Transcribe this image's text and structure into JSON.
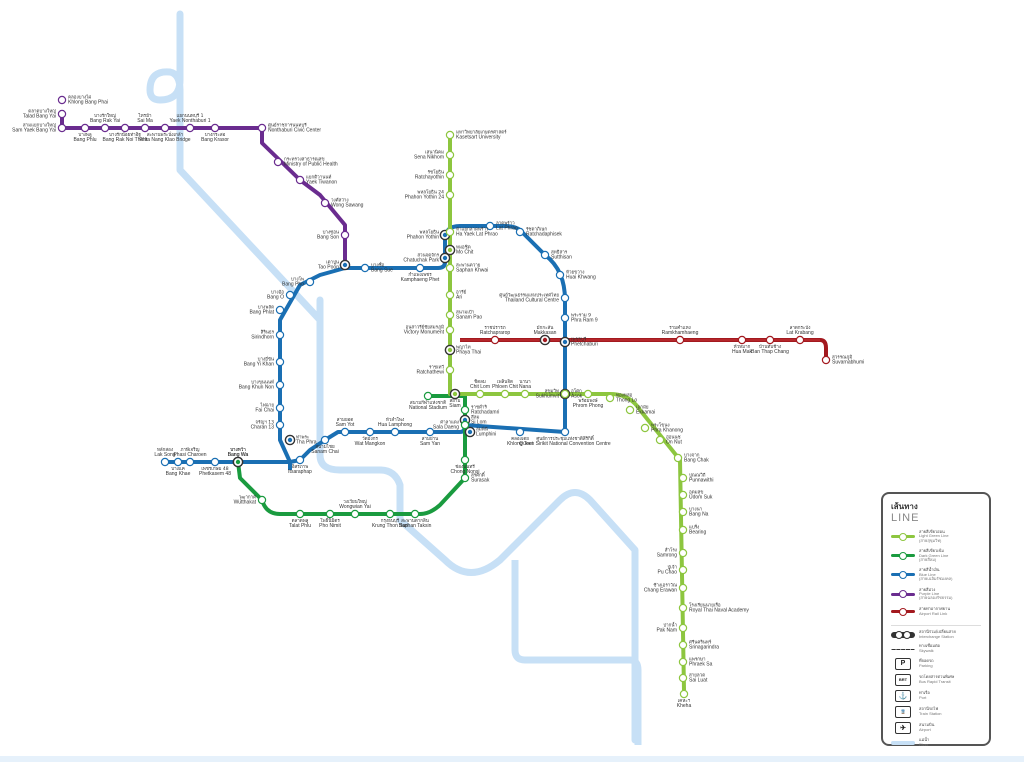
{
  "legend": {
    "title_th": "เส้นทาง",
    "title_en": "LINE",
    "lines": [
      {
        "key": "light_green",
        "th": "สายสีเขียวอ่อน",
        "en": "Light Green Line",
        "sub": "(สายสุขุมวิท)",
        "color": "#8dc63f"
      },
      {
        "key": "dark_green",
        "th": "สายสีเขียวเข้ม",
        "en": "Dark Green Line",
        "sub": "(สายสีลม)",
        "color": "#1a9b3f"
      },
      {
        "key": "blue",
        "th": "สายสีน้ำเงิน",
        "en": "Blue Line",
        "sub": "(สายเฉลิมรัชมงคล)",
        "color": "#1a6fb3"
      },
      {
        "key": "purple",
        "th": "สายสีม่วง",
        "en": "Purple Line",
        "sub": "(สายฉลองรัชธรรม)",
        "color": "#6a2c8f"
      },
      {
        "key": "airport",
        "th": "สายท่าอากาศยาน",
        "en": "Airport Rail Link",
        "sub": "",
        "color": "#a3191f"
      }
    ],
    "symbols": [
      {
        "name": "interchange",
        "th": "สถานีร่วม/เปลี่ยนสาย",
        "en": "Interchange Station"
      },
      {
        "name": "skywalk",
        "th": "ทางเชื่อมต่อ",
        "en": "Skywalk"
      },
      {
        "name": "parking",
        "glyph": "P",
        "th": "ที่จอดรถ",
        "en": "Parking"
      },
      {
        "name": "brt",
        "glyph": "BRT",
        "th": "รถโดยสารด่วนพิเศษ",
        "en": "Bus Rapid Transit"
      },
      {
        "name": "port",
        "glyph": "⚓",
        "th": "ท่าเรือ",
        "en": "Port"
      },
      {
        "name": "train",
        "glyph": "🚆",
        "th": "สถานีรถไฟ",
        "en": "Train Station"
      },
      {
        "name": "airport",
        "glyph": "✈",
        "th": "สนามบิน",
        "en": "Airport"
      },
      {
        "name": "river",
        "th": "แม่น้ำ",
        "en": "River"
      }
    ]
  },
  "stations": [
    {
      "code": "",
      "en": "Khlong Bang Phai",
      "th": "คลองบางไผ่",
      "line": "purple"
    },
    {
      "code": "",
      "en": "Talad Bang Yai",
      "th": "ตลาดบางใหญ่",
      "line": "purple"
    },
    {
      "code": "",
      "en": "Sam Yaek Bang Yai",
      "th": "สามแยกบางใหญ่",
      "line": "purple"
    },
    {
      "code": "",
      "en": "Bang Phlu",
      "th": "บางพลู",
      "line": "purple"
    },
    {
      "code": "",
      "en": "Bang Rak Yai",
      "th": "บางรักใหญ่",
      "line": "purple"
    },
    {
      "code": "",
      "en": "Bang Rak Noi Tha It",
      "th": "บางรักน้อยท่าอิฐ",
      "line": "purple"
    },
    {
      "code": "",
      "en": "Sai Ma",
      "th": "ไทรม้า",
      "line": "purple"
    },
    {
      "code": "",
      "en": "Phra Nang Klao Bridge",
      "th": "สะพานพระนั่งเกล้า",
      "line": "purple"
    },
    {
      "code": "",
      "en": "Yaek Nonthaburi 1",
      "th": "แยกนนทบุรี 1",
      "line": "purple"
    },
    {
      "code": "",
      "en": "Bang Krasor",
      "th": "บางกระสอ",
      "line": "purple"
    },
    {
      "code": "",
      "en": "Nonthaburi Civic Center",
      "th": "ศูนย์ราชการนนทบุรี",
      "line": "purple"
    },
    {
      "code": "",
      "en": "Ministry of Public Health",
      "th": "กระทรวงสาธารณสุข",
      "line": "purple"
    },
    {
      "code": "",
      "en": "Yaek Tiwanon",
      "th": "แยกติวานนท์",
      "line": "purple"
    },
    {
      "code": "",
      "en": "Wong Sawang",
      "th": "วงศ์สว่าง",
      "line": "purple"
    },
    {
      "code": "",
      "en": "Bang Son",
      "th": "บางซ่อน",
      "line": "purple"
    },
    {
      "code": "",
      "en": "Tao Poon",
      "th": "เตาปูน",
      "line": "blue"
    },
    {
      "code": "",
      "en": "Bang Sue",
      "th": "บางซื่อ",
      "line": "blue"
    },
    {
      "code": "",
      "en": "Kamphaeng Phet",
      "th": "กำแพงเพชร",
      "line": "blue"
    },
    {
      "code": "",
      "en": "Chatuchak Park",
      "th": "สวนจตุจักร",
      "line": "blue"
    },
    {
      "code": "",
      "en": "Phahon Yothin",
      "th": "พหลโยธิน",
      "line": "blue"
    },
    {
      "code": "",
      "en": "Lat Phrao",
      "th": "ลาดพร้าว",
      "line": "blue"
    },
    {
      "code": "",
      "en": "Ratchadaphisek",
      "th": "รัชดาภิเษก",
      "line": "blue"
    },
    {
      "code": "",
      "en": "Sutthisan",
      "th": "สุทธิสาร",
      "line": "blue"
    },
    {
      "code": "",
      "en": "Huai Khwang",
      "th": "ห้วยขวาง",
      "line": "blue"
    },
    {
      "code": "",
      "en": "Thailand Cultural Centre",
      "th": "ศูนย์วัฒนธรรมแห่งประเทศไทย",
      "line": "blue"
    },
    {
      "code": "",
      "en": "Phra Ram 9",
      "th": "พระราม 9",
      "line": "blue"
    },
    {
      "code": "",
      "en": "Phetchaburi",
      "th": "เพชรบุรี",
      "line": "blue"
    },
    {
      "code": "",
      "en": "Sukhumvit",
      "th": "สุขุมวิท",
      "line": "blue"
    },
    {
      "code": "",
      "en": "Queen Sirikit National Convention Centre",
      "th": "ศูนย์การประชุมแห่งชาติสิริกิติ์",
      "line": "blue"
    },
    {
      "code": "",
      "en": "Khlong Toei",
      "th": "คลองเตย",
      "line": "blue"
    },
    {
      "code": "",
      "en": "Lumphini",
      "th": "ลุมพินี",
      "line": "blue"
    },
    {
      "code": "",
      "en": "Si Lom",
      "th": "สีลม",
      "line": "blue"
    },
    {
      "code": "",
      "en": "Sam Yan",
      "th": "สามย่าน",
      "line": "blue"
    },
    {
      "code": "",
      "en": "Hua Lamphong",
      "th": "หัวลำโพง",
      "line": "blue"
    },
    {
      "code": "",
      "en": "Wat Mangkon",
      "th": "วัดมังกร",
      "line": "blue"
    },
    {
      "code": "",
      "en": "Sam Yot",
      "th": "สามยอด",
      "line": "blue"
    },
    {
      "code": "",
      "en": "Sanam Chai",
      "th": "สนามไชย",
      "line": "blue"
    },
    {
      "code": "",
      "en": "Itsaraphap",
      "th": "อิสรภาพ",
      "line": "blue"
    },
    {
      "code": "",
      "en": "Tha Phra",
      "th": "ท่าพระ",
      "line": "blue"
    },
    {
      "code": "",
      "en": "Charan 13",
      "th": "จรัญฯ 13",
      "line": "blue"
    },
    {
      "code": "",
      "en": "Fai Chai",
      "th": "ไฟฉาย",
      "line": "blue"
    },
    {
      "code": "",
      "en": "Bang Khun Non",
      "th": "บางขุนนนท์",
      "line": "blue"
    },
    {
      "code": "",
      "en": "Bang Yi Khan",
      "th": "บางยี่ขัน",
      "line": "blue"
    },
    {
      "code": "",
      "en": "Sirindhorn",
      "th": "สิรินธร",
      "line": "blue"
    },
    {
      "code": "",
      "en": "Bang Phlat",
      "th": "บางพลัด",
      "line": "blue"
    },
    {
      "code": "",
      "en": "Bang O",
      "th": "บางอ้อ",
      "line": "blue"
    },
    {
      "code": "",
      "en": "Bang Pho",
      "th": "บางโพ",
      "line": "blue"
    },
    {
      "code": "",
      "en": "Bang Wa",
      "th": "บางหว้า",
      "line": "blue"
    },
    {
      "code": "",
      "en": "Phetkasem 48",
      "th": "เพชรเกษม 48",
      "line": "blue"
    },
    {
      "code": "",
      "en": "Phasi Charoen",
      "th": "ภาษีเจริญ",
      "line": "blue"
    },
    {
      "code": "",
      "en": "Bang Khae",
      "th": "บางแค",
      "line": "blue"
    },
    {
      "code": "",
      "en": "Lak Song",
      "th": "หลักสอง",
      "line": "blue"
    },
    {
      "code": "",
      "en": "Kasetsart University",
      "th": "มหาวิทยาลัยเกษตรศาสตร์",
      "line": "light_green"
    },
    {
      "code": "",
      "en": "Sena Nikhom",
      "th": "เสนานิคม",
      "line": "light_green"
    },
    {
      "code": "",
      "en": "Ratchayothin",
      "th": "รัชโยธิน",
      "line": "light_green"
    },
    {
      "code": "",
      "en": "Phahon Yothin 24",
      "th": "พหลโยธิน 24",
      "line": "light_green"
    },
    {
      "code": "",
      "en": "Ha Yaek Lat Phrao",
      "th": "ห้าแยกลาดพร้าว",
      "line": "light_green"
    },
    {
      "code": "",
      "en": "Mo Chit",
      "th": "หมอชิต",
      "line": "light_green"
    },
    {
      "code": "",
      "en": "Saphan Khwai",
      "th": "สะพานควาย",
      "line": "light_green"
    },
    {
      "code": "",
      "en": "Ari",
      "th": "อารีย์",
      "line": "light_green"
    },
    {
      "code": "",
      "en": "Sanam Pao",
      "th": "สนามเป้า",
      "line": "light_green"
    },
    {
      "code": "",
      "en": "Victory Monument",
      "th": "อนุสาวรีย์ชัยสมรภูมิ",
      "line": "light_green"
    },
    {
      "code": "",
      "en": "Phaya Thai",
      "th": "พญาไท",
      "line": "light_green"
    },
    {
      "code": "",
      "en": "Ratchathewi",
      "th": "ราชเทวี",
      "line": "light_green"
    },
    {
      "code": "",
      "en": "Siam",
      "th": "สยาม",
      "line": "light_green"
    },
    {
      "code": "",
      "en": "Chit Lom",
      "th": "ชิดลม",
      "line": "light_green"
    },
    {
      "code": "",
      "en": "Phloen Chit",
      "th": "เพลินจิต",
      "line": "light_green"
    },
    {
      "code": "",
      "en": "Nana",
      "th": "นานา",
      "line": "light_green"
    },
    {
      "code": "",
      "en": "Asok",
      "th": "อโศก",
      "line": "light_green"
    },
    {
      "code": "",
      "en": "Phrom Phong",
      "th": "พร้อมพงษ์",
      "line": "light_green"
    },
    {
      "code": "",
      "en": "Thong Lo",
      "th": "ทองหล่อ",
      "line": "light_green"
    },
    {
      "code": "",
      "en": "Ekkamai",
      "th": "เอกมัย",
      "line": "light_green"
    },
    {
      "code": "",
      "en": "Phra Khanong",
      "th": "พระโขนง",
      "line": "light_green"
    },
    {
      "code": "",
      "en": "On Nut",
      "th": "อ่อนนุช",
      "line": "light_green"
    },
    {
      "code": "",
      "en": "Bang Chak",
      "th": "บางจาก",
      "line": "light_green"
    },
    {
      "code": "",
      "en": "Punnawithi",
      "th": "ปุณณวิถี",
      "line": "light_green"
    },
    {
      "code": "",
      "en": "Udom Suk",
      "th": "อุดมสุข",
      "line": "light_green"
    },
    {
      "code": "",
      "en": "Bang Na",
      "th": "บางนา",
      "line": "light_green"
    },
    {
      "code": "",
      "en": "Bearing",
      "th": "แบริ่ง",
      "line": "light_green"
    },
    {
      "code": "",
      "en": "Samrong",
      "th": "สำโรง",
      "line": "light_green"
    },
    {
      "code": "",
      "en": "Pu Chao",
      "th": "ปู่เจ้า",
      "line": "light_green"
    },
    {
      "code": "",
      "en": "Chang Erawan",
      "th": "ช้างเอราวัณ",
      "line": "light_green"
    },
    {
      "code": "",
      "en": "Royal Thai Naval Academy",
      "th": "โรงเรียนนายเรือ",
      "line": "light_green"
    },
    {
      "code": "",
      "en": "Pak Nam",
      "th": "ปากน้ำ",
      "line": "light_green"
    },
    {
      "code": "",
      "en": "Srinagarindra",
      "th": "ศรีนครินทร์",
      "line": "light_green"
    },
    {
      "code": "",
      "en": "Phraek Sa",
      "th": "แพรกษา",
      "line": "light_green"
    },
    {
      "code": "",
      "en": "Sai Luat",
      "th": "สายลวด",
      "line": "light_green"
    },
    {
      "code": "",
      "en": "Kheha",
      "th": "เคหะฯ",
      "line": "light_green"
    },
    {
      "code": "",
      "en": "National Stadium",
      "th": "สนามกีฬาแห่งชาติ",
      "line": "dark_green"
    },
    {
      "code": "",
      "en": "Ratchadamri",
      "th": "ราชดำริ",
      "line": "dark_green"
    },
    {
      "code": "",
      "en": "Sala Daeng",
      "th": "ศาลาแดง",
      "line": "dark_green"
    },
    {
      "code": "",
      "en": "Chong Nonsi",
      "th": "ช่องนนทรี",
      "line": "dark_green"
    },
    {
      "code": "",
      "en": "Surasak",
      "th": "สุรศักดิ์",
      "line": "dark_green"
    },
    {
      "code": "",
      "en": "Saphan Taksin",
      "th": "สะพานตากสิน",
      "line": "dark_green"
    },
    {
      "code": "",
      "en": "Krung Thon Buri",
      "th": "กรุงธนบุรี",
      "line": "dark_green"
    },
    {
      "code": "",
      "en": "Wongwian Yai",
      "th": "วงเวียนใหญ่",
      "line": "dark_green"
    },
    {
      "code": "",
      "en": "Pho Nimit",
      "th": "โพธิ์นิมิตร",
      "line": "dark_green"
    },
    {
      "code": "",
      "en": "Talat Phlu",
      "th": "ตลาดพลู",
      "line": "dark_green"
    },
    {
      "code": "",
      "en": "Wutthakat",
      "th": "วุฒากาศ",
      "line": "dark_green"
    },
    {
      "code": "",
      "en": "Bang Wa",
      "th": "บางหว้า",
      "line": "dark_green"
    },
    {
      "code": "",
      "en": "Makkasan",
      "th": "มักกะสัน",
      "line": "airport"
    },
    {
      "code": "",
      "en": "Ratchaprarop",
      "th": "ราชปรารภ",
      "line": "airport"
    },
    {
      "code": "",
      "en": "Ramkhamhaeng",
      "th": "รามคำแหง",
      "line": "airport"
    },
    {
      "code": "",
      "en": "Hua Mak",
      "th": "หัวหมาก",
      "line": "airport"
    },
    {
      "code": "",
      "en": "Ban Thap Chang",
      "th": "บ้านทับช้าง",
      "line": "airport"
    },
    {
      "code": "",
      "en": "Lat Krabang",
      "th": "ลาดกระบัง",
      "line": "airport"
    },
    {
      "code": "",
      "en": "Suvarnabhumi",
      "th": "สุวรรณภูมิ",
      "line": "airport"
    }
  ]
}
